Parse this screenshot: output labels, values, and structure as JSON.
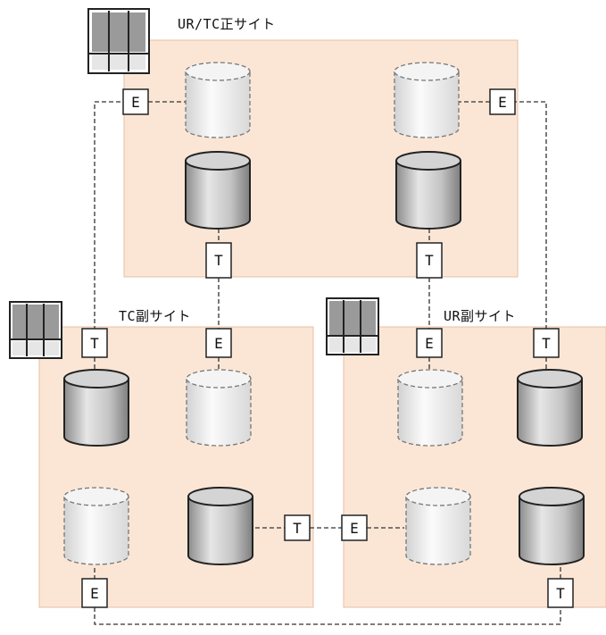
{
  "sites": {
    "primary": {
      "label": "UR/TC正サイト"
    },
    "tc_secondary": {
      "label": "TC副サイト"
    },
    "ur_secondary": {
      "label": "UR副サイト"
    }
  },
  "markers": {
    "export": "E",
    "target": "T"
  },
  "colors": {
    "site_fill": "#fbe6d6",
    "site_stroke": "#e8bfa0",
    "solid_volume": "#c9c9c9",
    "dashed_volume": "#f1f1f1",
    "line": "#333333"
  }
}
